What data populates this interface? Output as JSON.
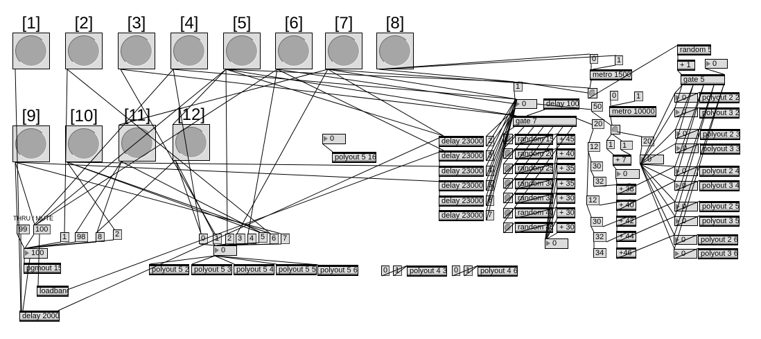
{
  "patcher": {
    "bang_buttons": [
      {
        "label": "[1]"
      },
      {
        "label": "[2]"
      },
      {
        "label": "[3]"
      },
      {
        "label": "[4]"
      },
      {
        "label": "[5]"
      },
      {
        "label": "[6]"
      },
      {
        "label": "[7]"
      },
      {
        "label": "[8]"
      },
      {
        "label": "[9]"
      },
      {
        "label": "[10]"
      },
      {
        "label": "[11]"
      },
      {
        "label": "[12]"
      }
    ],
    "program": {
      "thru_mute_label": "THRU / MUTE",
      "thru_msg": "99",
      "mute_msg": "100",
      "preset_msgs": [
        "1",
        "98",
        "8",
        "2"
      ],
      "number": "100",
      "pgmout": "pgmout 15",
      "loadbang": "loadbang",
      "delay": "delay 2000"
    },
    "selector": {
      "msgs": [
        "0",
        "1",
        "2",
        "3",
        "4",
        "5",
        "6",
        "7"
      ],
      "number": "0",
      "polyouts": [
        "polyout 5 2",
        "polyout 5 3",
        "polyout 5 4",
        "polyout 5 5",
        "polyout 5 6"
      ]
    },
    "single_output": {
      "number": "0",
      "polyout": "polyout 5 16"
    },
    "toggle_outputs": [
      {
        "off_msg": "0",
        "on_msg": "1",
        "polyout": "polyout 4 3"
      },
      {
        "off_msg": "0",
        "on_msg": "1",
        "polyout": "polyout 4 6"
      }
    ],
    "sequencer": {
      "trigger_msg": "1",
      "number": "0",
      "delay": "delay 100",
      "gate": "gate 7",
      "delay_rows": [
        {
          "delay": "delay 23000",
          "msg": "2"
        },
        {
          "delay": "delay 23000",
          "msg": "3"
        },
        {
          "delay": "delay 23000",
          "msg": "4"
        },
        {
          "delay": "delay 23000",
          "msg": "5"
        },
        {
          "delay": "delay 23000",
          "msg": "6"
        },
        {
          "delay": "delay 23000",
          "msg": "7"
        }
      ],
      "random_rows": [
        {
          "random": "random 15",
          "add": "+ 45"
        },
        {
          "random": "random 20",
          "add": "+ 40"
        },
        {
          "random": "random 25",
          "add": "+ 35"
        },
        {
          "random": "random 30",
          "add": "+ 35"
        },
        {
          "random": "random 35",
          "add": "+ 30"
        },
        {
          "random": "random 40",
          "add": "+ 30"
        },
        {
          "random": "random 45",
          "add": "+ 30"
        }
      ],
      "sum_number": "0"
    },
    "clocks": {
      "metro_slow": {
        "off_msg": "0",
        "on_msg": "1",
        "metro": "metro 1500"
      },
      "metro_fast": {
        "off_msg": "0",
        "on_msg": "1",
        "metro": "metro 10000"
      },
      "msg_50": "50",
      "msg_20": "20"
    },
    "transposer": {
      "msg_12a": "12",
      "step_msg_a": "1",
      "step_msg_b": "1",
      "msg_20": "20",
      "add_7": "+ 7",
      "number_a": "0",
      "msg_30a": "30",
      "number_b": "0",
      "msg_32a": "32",
      "add_38": "+ 38",
      "msg_12b": "12",
      "add_40": "+ 40",
      "msg_30b": "30",
      "add_42": "+ 42",
      "msg_32b": "32",
      "add_44": "+ 44",
      "msg_34": "34",
      "add_46": "+46"
    },
    "router": {
      "random": "random 5",
      "add": "+ 1",
      "number": "0",
      "gate": "gate 5",
      "outputs": [
        {
          "number": "0",
          "polyout": "polyout 2 2"
        },
        {
          "number": "0",
          "polyout": "polyout 3 2"
        },
        {
          "number": "0",
          "polyout": "polyout 2 3"
        },
        {
          "number": "0",
          "polyout": "polyout 3 3"
        },
        {
          "number": "0",
          "polyout": "polyout 2 4"
        },
        {
          "number": "0",
          "polyout": "polyout 3 4"
        },
        {
          "number": "0",
          "polyout": "polyout 2 5"
        },
        {
          "number": "0",
          "polyout": "polyout 3 5"
        },
        {
          "number": "0",
          "polyout": "polyout 2 6"
        },
        {
          "number": "0",
          "polyout": "polyout 3 6"
        }
      ]
    }
  }
}
